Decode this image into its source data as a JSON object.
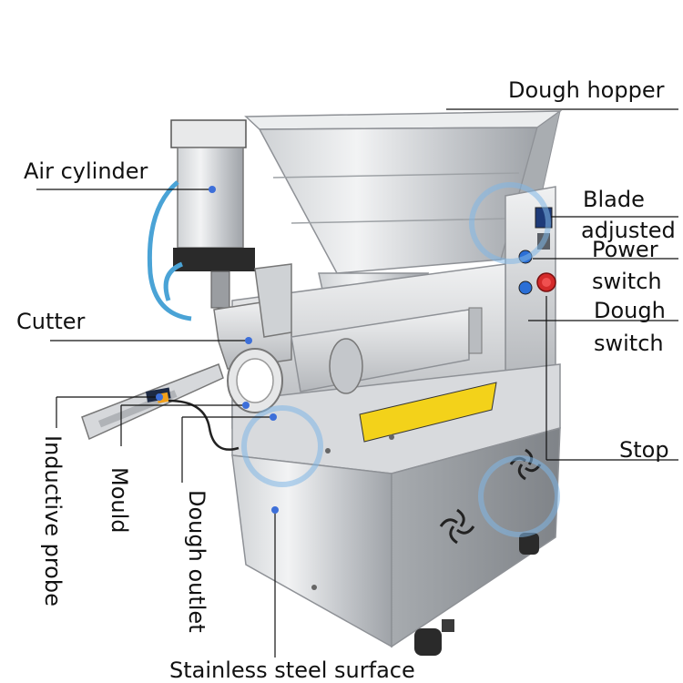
{
  "labels": {
    "dough_hopper": "Dough hopper",
    "air_cylinder": "Air cylinder",
    "blade_adjusted_1": "Blade",
    "blade_adjusted_2": "adjusted",
    "power_switch_1": "Power",
    "power_switch_2": "switch",
    "dough_switch_1": "Dough",
    "dough_switch_2": "switch",
    "cutter": "Cutter",
    "stop": "Stop",
    "inductive_probe": "Inductive probe",
    "mould": "Mould",
    "dough_outlet": "Dough outlet",
    "stainless_steel_surface": "Stainless steel surface"
  },
  "colors": {
    "steel_light": "#e2e4e6",
    "steel_mid": "#b9bcc0",
    "steel_dark": "#8e9196",
    "leader_line": "#111111",
    "marker_dot": "#3d6fd9",
    "hose": "#4aa3d6",
    "estop_red": "#d42a2a",
    "warning_yellow": "#f3d21a",
    "watermark": "#7fb6e6"
  }
}
